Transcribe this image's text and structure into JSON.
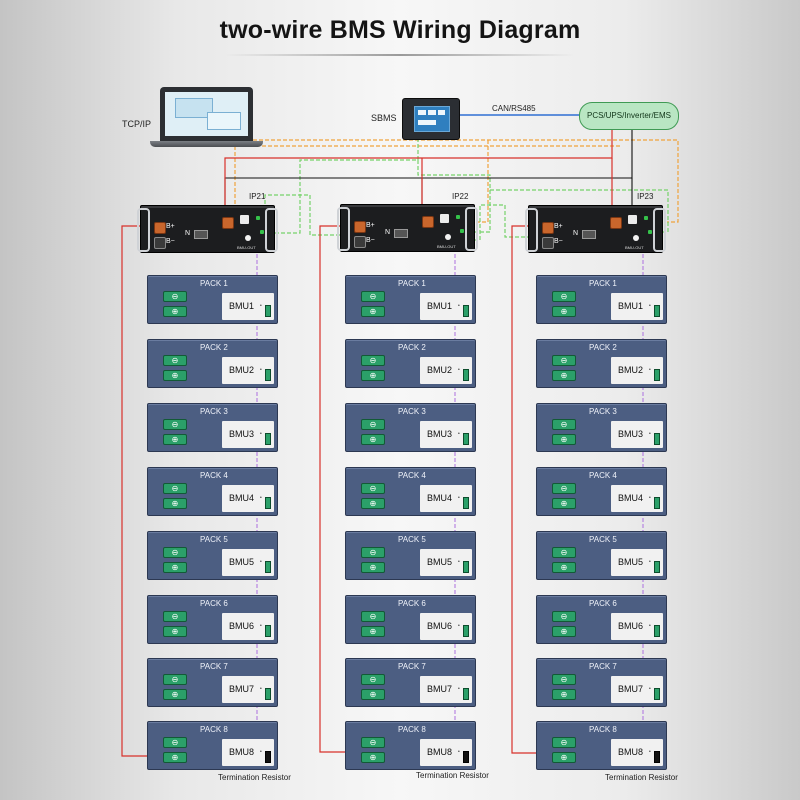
{
  "title": "two-wire BMS Wiring Diagram",
  "labels": {
    "tcp_ip": "TCP/IP",
    "sbms": "SBMS",
    "can_rs485": "CAN/RS485",
    "pcs": "PCS/UPS/Inverter/EMS",
    "termination": "Termination Resistor"
  },
  "controller": {
    "b_plus": "B+",
    "b_minus": "B−",
    "n": "N",
    "bmu_out": "BMU-OUT"
  },
  "racks": [
    {
      "ip": "IP21",
      "packs": [
        {
          "name": "PACK 1",
          "bmu": "BMU1"
        },
        {
          "name": "PACK 2",
          "bmu": "BMU2"
        },
        {
          "name": "PACK 3",
          "bmu": "BMU3"
        },
        {
          "name": "PACK 4",
          "bmu": "BMU4"
        },
        {
          "name": "PACK 5",
          "bmu": "BMU5"
        },
        {
          "name": "PACK 6",
          "bmu": "BMU6"
        },
        {
          "name": "PACK 7",
          "bmu": "BMU7"
        },
        {
          "name": "PACK 8",
          "bmu": "BMU8"
        }
      ]
    },
    {
      "ip": "IP22",
      "packs": [
        {
          "name": "PACK 1",
          "bmu": "BMU1"
        },
        {
          "name": "PACK 2",
          "bmu": "BMU2"
        },
        {
          "name": "PACK 3",
          "bmu": "BMU3"
        },
        {
          "name": "PACK 4",
          "bmu": "BMU4"
        },
        {
          "name": "PACK 5",
          "bmu": "BMU5"
        },
        {
          "name": "PACK 6",
          "bmu": "BMU6"
        },
        {
          "name": "PACK 7",
          "bmu": "BMU7"
        },
        {
          "name": "PACK 8",
          "bmu": "BMU8"
        }
      ]
    },
    {
      "ip": "IP23",
      "packs": [
        {
          "name": "PACK 1",
          "bmu": "BMU1"
        },
        {
          "name": "PACK 2",
          "bmu": "BMU2"
        },
        {
          "name": "PACK 3",
          "bmu": "BMU3"
        },
        {
          "name": "PACK 4",
          "bmu": "BMU4"
        },
        {
          "name": "PACK 5",
          "bmu": "BMU5"
        },
        {
          "name": "PACK 6",
          "bmu": "BMU6"
        },
        {
          "name": "PACK 7",
          "bmu": "BMU7"
        },
        {
          "name": "PACK 8",
          "bmu": "BMU8"
        }
      ]
    }
  ],
  "pack_terminals": {
    "minus": "⊖",
    "plus": "⊕"
  },
  "colors": {
    "power_positive": "#d8312b",
    "ethernet": "#f0a33c",
    "can_bus": "#76d26a",
    "signal": "#111111",
    "bmu_chain": "#b27be0",
    "can_rs485_link": "#2f6fd3"
  }
}
